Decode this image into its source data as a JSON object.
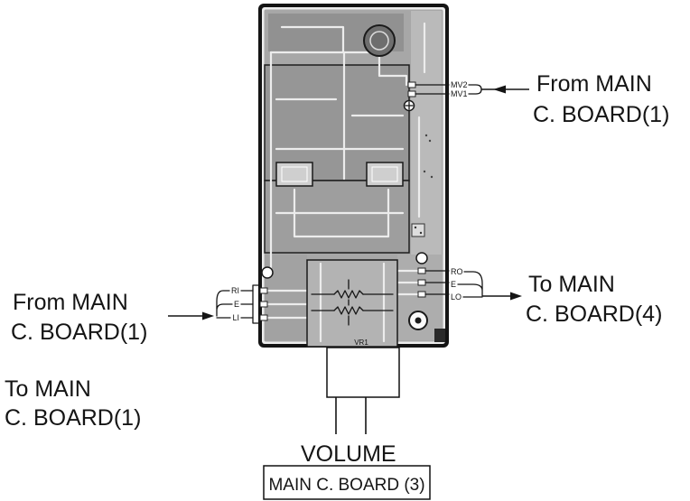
{
  "callouts": {
    "top_right": {
      "line1": "From MAIN",
      "line2": "C. BOARD(1)"
    },
    "right_middle": {
      "line1": "To MAIN",
      "line2": "C. BOARD(4)"
    },
    "left_middle": {
      "line1": "From MAIN",
      "line2": "C. BOARD(1)"
    },
    "left_lower": {
      "line1": "To MAIN",
      "line2": "C. BOARD(1)"
    }
  },
  "connectors": {
    "mv": {
      "pins": [
        "MV2",
        "MV1"
      ]
    },
    "output": {
      "pins": [
        "RO",
        "E",
        "LO"
      ]
    },
    "input": {
      "pins": [
        "RI",
        "E",
        "LI"
      ]
    }
  },
  "board": {
    "component_label": "VR1",
    "volume_label": "VOLUME",
    "title": "MAIN C. BOARD (3)"
  }
}
